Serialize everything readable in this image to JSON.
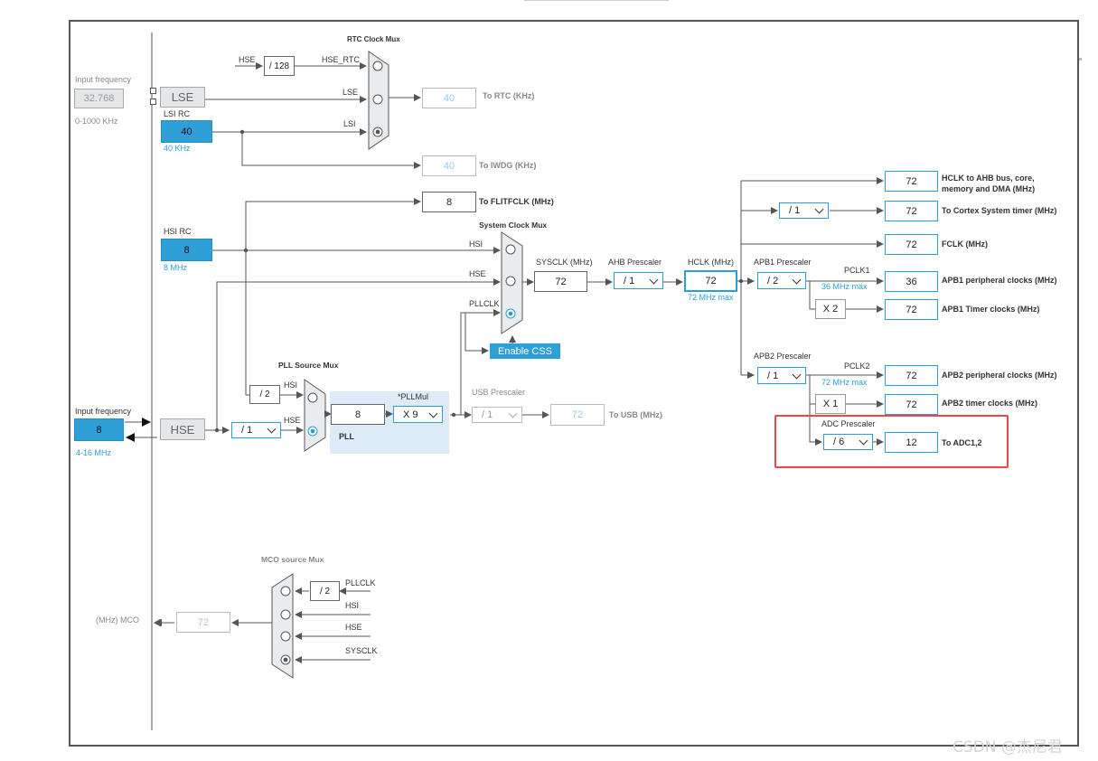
{
  "diagram": {
    "inputs": {
      "lse_input": {
        "label": "Input frequency",
        "value": "32.768",
        "range": "0-1000 KHz"
      },
      "hse_input": {
        "label": "Input frequency",
        "value": "8",
        "range": "4-16 MHz"
      }
    },
    "sources": {
      "lse": "LSE",
      "lsi_label": "LSI RC",
      "lsi_value": "40",
      "lsi_freq": "40 KHz",
      "hsi_label": "HSI RC",
      "hsi_value": "8",
      "hsi_freq": "8 MHz",
      "hse": "HSE"
    },
    "rtc_mux": {
      "title": "RTC Clock Mux",
      "hse_in": "HSE",
      "div": "/ 128",
      "hse_rtc": "HSE_RTC",
      "lse": "LSE",
      "lsi": "LSI",
      "rtc_value": "40",
      "rtc_label": "To RTC (KHz)",
      "iwdg_value": "40",
      "iwdg_label": "To IWDG (KHz)"
    },
    "flitf": {
      "value": "8",
      "label": "To FLITFCLK (MHz)"
    },
    "sys_mux": {
      "title": "System Clock Mux",
      "hsi": "HSI",
      "hse": "HSE",
      "pllclk": "PLLCLK",
      "enable_css": "Enable CSS"
    },
    "sysclk": {
      "label": "SYSCLK (MHz)",
      "value": "72"
    },
    "ahb": {
      "label": "AHB Prescaler",
      "value": "/ 1"
    },
    "hclk": {
      "label": "HCLK (MHz)",
      "value": "72",
      "max": "72 MHz max"
    },
    "apb1": {
      "label": "APB1 Prescaler",
      "value": "/ 2",
      "pclk": "PCLK1",
      "max": "36 MHz max",
      "mult": "X 2"
    },
    "apb2": {
      "label": "APB2 Prescaler",
      "value": "/ 1",
      "pclk": "PCLK2",
      "max": "72 MHz max",
      "mult": "X 1"
    },
    "adc": {
      "label": "ADC Prescaler",
      "value": "/ 6",
      "out": "12",
      "out_label": "To ADC1,2"
    },
    "cortex_div": "/ 1",
    "outputs": [
      {
        "value": "72",
        "label": "HCLK to AHB bus, core,",
        "label2": "memory and DMA (MHz)"
      },
      {
        "value": "72",
        "label": "To Cortex System timer (MHz)"
      },
      {
        "value": "72",
        "label": "FCLK (MHz)"
      },
      {
        "value": "36",
        "label": "APB1 peripheral clocks (MHz)"
      },
      {
        "value": "72",
        "label": "APB1 Timer clocks (MHz)"
      },
      {
        "value": "72",
        "label": "APB2 peripheral clocks (MHz)"
      },
      {
        "value": "72",
        "label": "APB2 timer clocks (MHz)"
      }
    ],
    "pll_src": {
      "title": "PLL Source Mux",
      "hsi_div": "/ 2",
      "hsi": "HSI",
      "hse": "HSE",
      "hse_div": "/ 1"
    },
    "pll": {
      "label": "PLL",
      "value": "8",
      "mul_label": "*PLLMul",
      "mul": "X 9"
    },
    "usb": {
      "label": "USB Prescaler",
      "value": "/ 1",
      "out": "72",
      "out_label": "To USB (MHz)"
    },
    "mco": {
      "title": "MCO source Mux",
      "div": "/ 2",
      "pllclk": "PLLCLK",
      "hsi": "HSI",
      "hse": "HSE",
      "sysclk": "SYSCLK",
      "label": "(MHz) MCO",
      "value": "72"
    }
  },
  "watermark": "CSDN @杰尼君",
  "colors": {
    "accent": "#2f9fd8",
    "highlight": "#e8474b",
    "pll_region": "#dcebf7"
  }
}
